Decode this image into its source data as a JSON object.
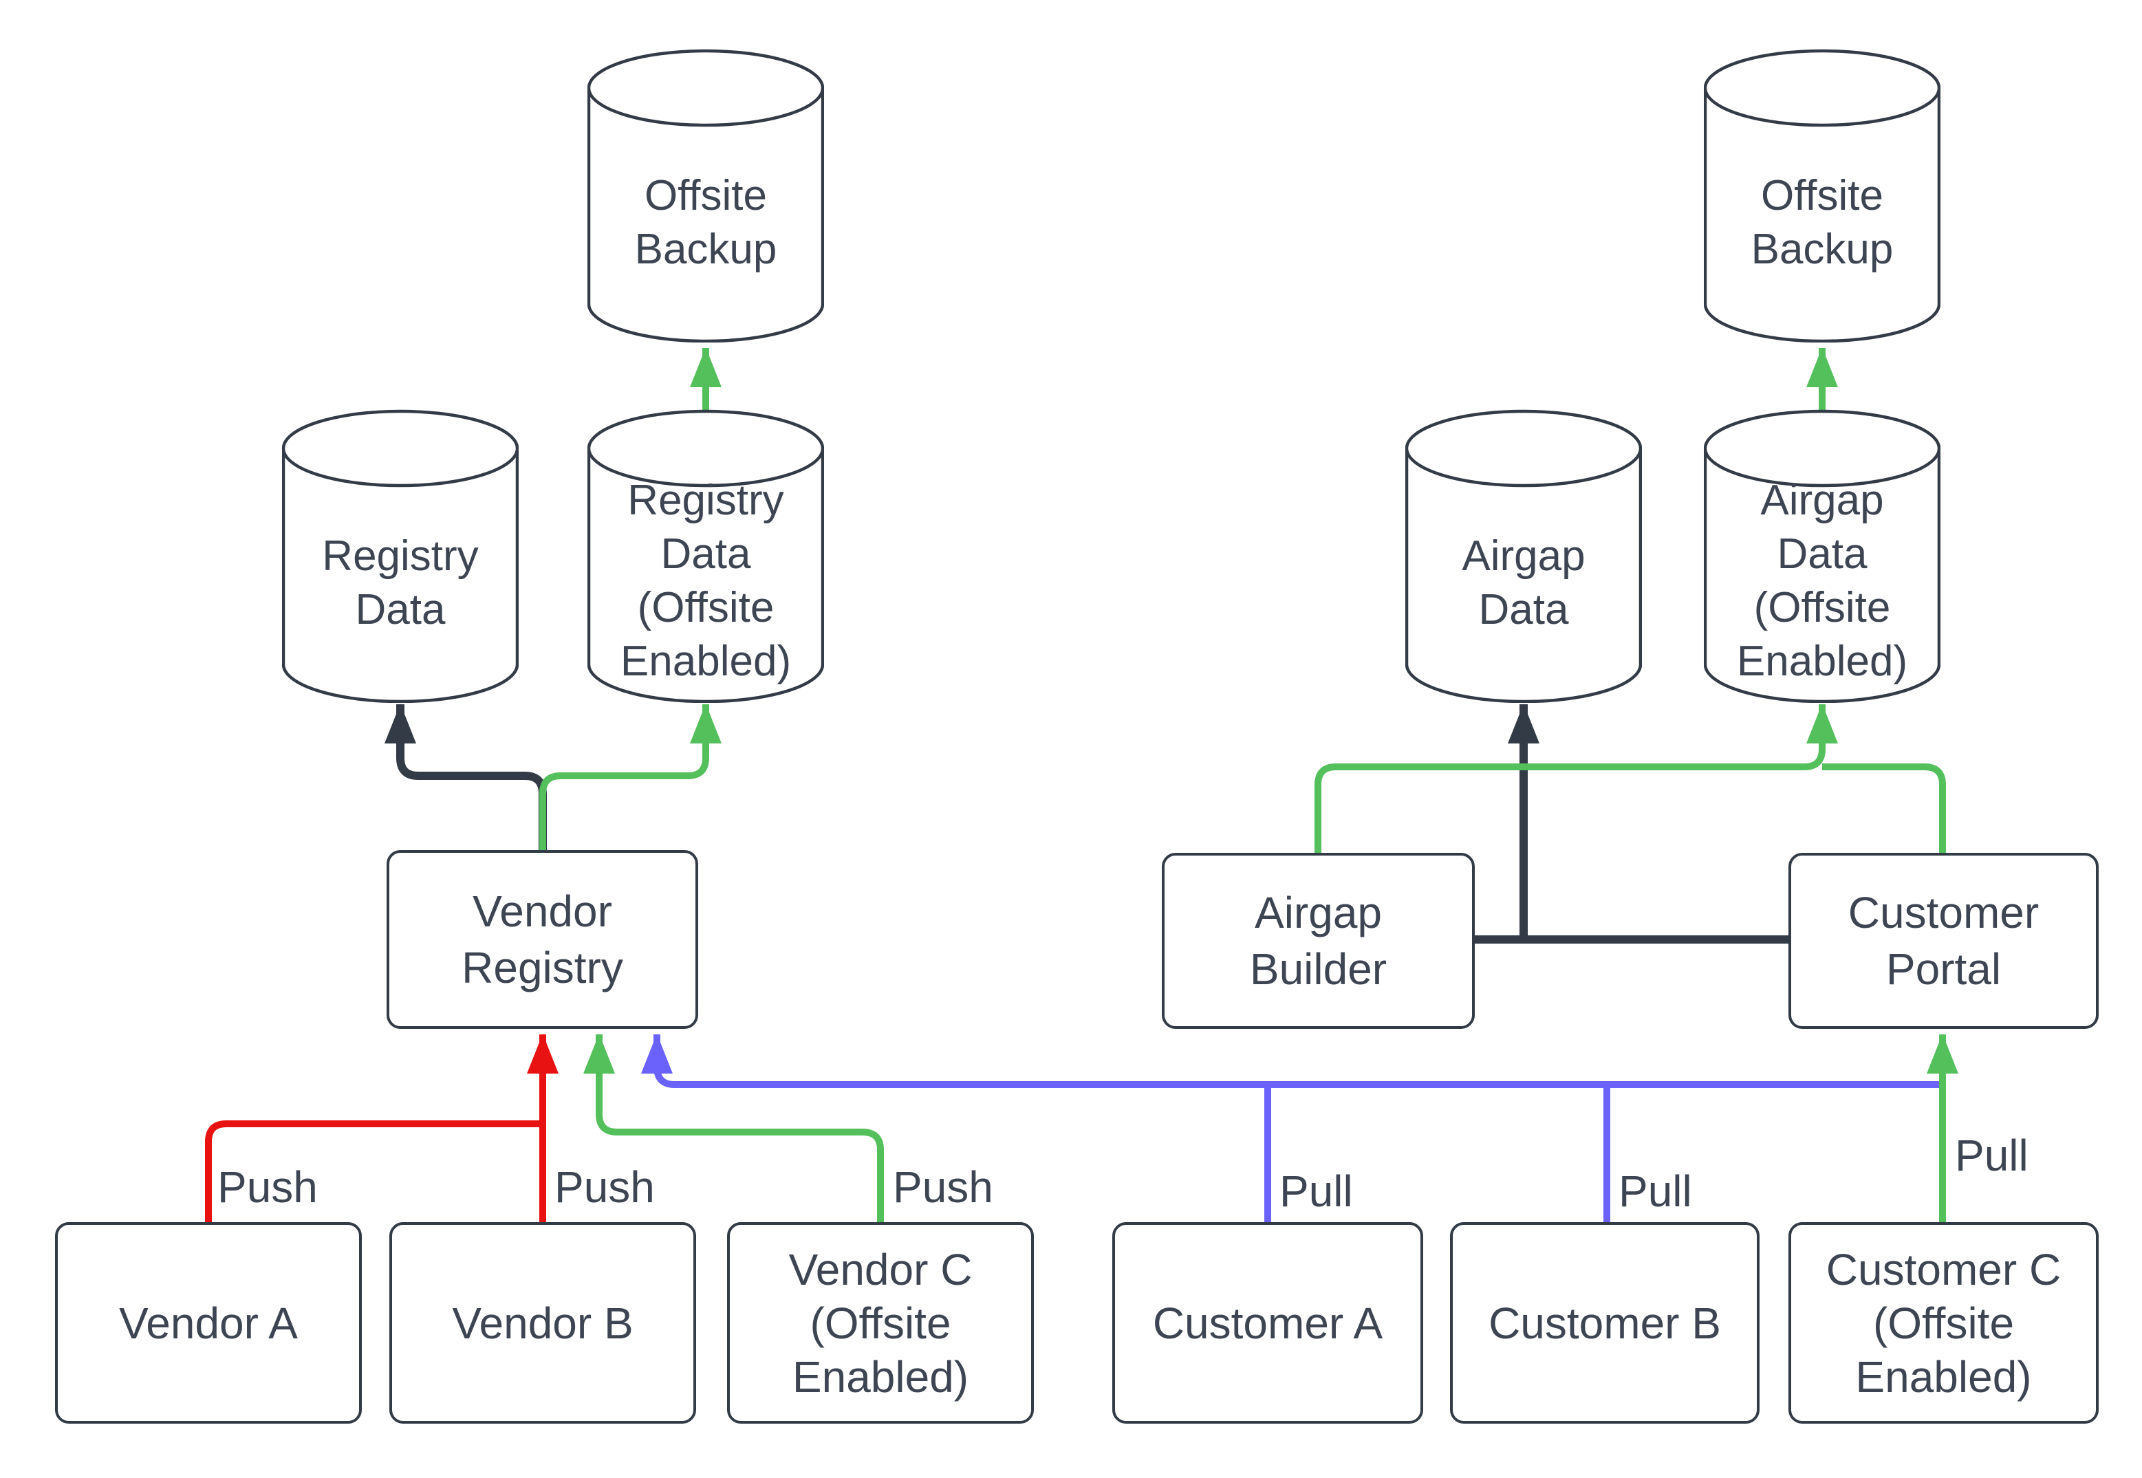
{
  "diagram": {
    "title": "Vendor registry and customer portal data flow",
    "colors": {
      "dark": "#333b46",
      "green": "#54c05c",
      "red": "#e81212",
      "blue": "#6b61fb",
      "text": "#3d4552",
      "background": "#ffffff"
    },
    "nodes": {
      "offsite_backup_left": {
        "type": "cylinder",
        "label": "Offsite\nBackup"
      },
      "offsite_backup_right": {
        "type": "cylinder",
        "label": "Offsite\nBackup"
      },
      "registry_data": {
        "type": "cylinder",
        "label": "Registry\nData"
      },
      "registry_data_offsite": {
        "type": "cylinder",
        "label": "Registry\nData\n(Offsite\nEnabled)"
      },
      "airgap_data": {
        "type": "cylinder",
        "label": "Airgap\nData"
      },
      "airgap_data_offsite": {
        "type": "cylinder",
        "label": "Airgap\nData\n(Offsite\nEnabled)"
      },
      "vendor_registry": {
        "type": "box",
        "label": "Vendor\nRegistry"
      },
      "airgap_builder": {
        "type": "box",
        "label": "Airgap\nBuilder"
      },
      "customer_portal": {
        "type": "box",
        "label": "Customer\nPortal"
      },
      "vendor_a": {
        "type": "box",
        "label": "Vendor A"
      },
      "vendor_b": {
        "type": "box",
        "label": "Vendor B"
      },
      "vendor_c": {
        "type": "box",
        "label": "Vendor C\n(Offsite\nEnabled)"
      },
      "customer_a": {
        "type": "box",
        "label": "Customer A"
      },
      "customer_b": {
        "type": "box",
        "label": "Customer B"
      },
      "customer_c": {
        "type": "box",
        "label": "Customer C\n(Offsite\nEnabled)"
      }
    },
    "edges": [
      {
        "from": "Vendor A",
        "to": "Vendor Registry",
        "label": "Push",
        "color": "red"
      },
      {
        "from": "Vendor B",
        "to": "Vendor Registry",
        "label": "Push",
        "color": "red"
      },
      {
        "from": "Vendor C (Offsite Enabled)",
        "to": "Vendor Registry",
        "label": "Push",
        "color": "green"
      },
      {
        "from": "Customer A",
        "to": "Vendor Registry",
        "label": "Pull",
        "color": "blue"
      },
      {
        "from": "Customer B",
        "to": "Vendor Registry",
        "label": "Pull",
        "color": "blue"
      },
      {
        "from": "Customer C (Offsite Enabled)",
        "to": "Customer Portal",
        "label": "Pull",
        "color": "green"
      },
      {
        "from": "Vendor Registry",
        "to": "Registry Data",
        "label": "",
        "color": "dark"
      },
      {
        "from": "Vendor Registry",
        "to": "Registry Data (Offsite Enabled)",
        "label": "",
        "color": "green"
      },
      {
        "from": "Registry Data (Offsite Enabled)",
        "to": "Offsite Backup",
        "label": "",
        "color": "green"
      },
      {
        "from": "Airgap Builder",
        "to": "Airgap Data",
        "label": "",
        "color": "dark"
      },
      {
        "from": "Customer Portal",
        "to": "Airgap Data",
        "label": "",
        "color": "dark"
      },
      {
        "from": "Airgap Builder",
        "to": "Airgap Data (Offsite Enabled)",
        "label": "",
        "color": "green"
      },
      {
        "from": "Customer Portal",
        "to": "Airgap Data (Offsite Enabled)",
        "label": "",
        "color": "green"
      },
      {
        "from": "Airgap Data (Offsite Enabled)",
        "to": "Offsite Backup",
        "label": "",
        "color": "green"
      }
    ]
  }
}
